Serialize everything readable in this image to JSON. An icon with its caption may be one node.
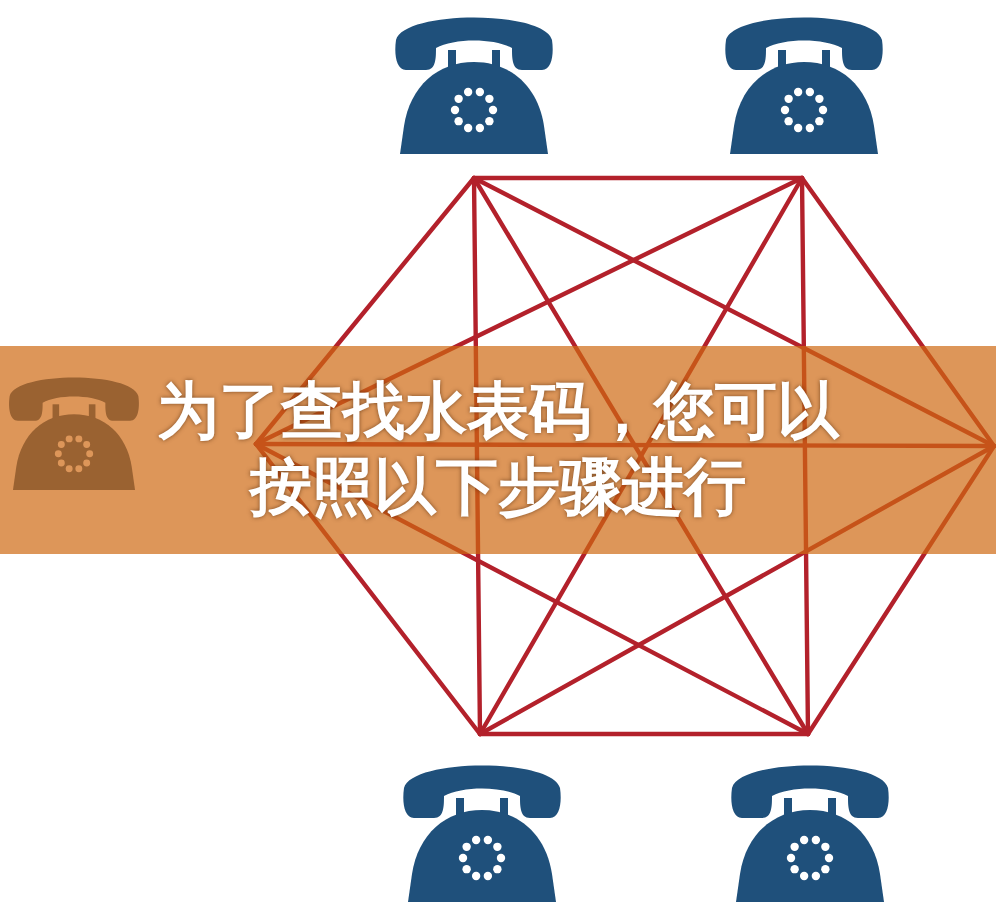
{
  "diagram": {
    "title": "为了查找水表码，您可以按照以下步骤进行",
    "nodes": [
      {
        "text": [],
        "shape": "telephone"
      },
      {
        "text": [],
        "shape": "telephone"
      },
      {
        "text": [],
        "shape": "telephone"
      },
      {
        "text": [],
        "shape": "telephone"
      },
      {
        "text": [],
        "shape": "telephone"
      }
    ],
    "edges": [
      {
        "from": 0,
        "to": 1,
        "arrow": "none"
      },
      {
        "from": 0,
        "to": 2,
        "arrow": "none"
      },
      {
        "from": 0,
        "to": 3,
        "arrow": "none"
      },
      {
        "from": 0,
        "to": 4,
        "arrow": "none"
      },
      {
        "from": 0,
        "to": null,
        "arrow": "none"
      },
      {
        "from": 1,
        "to": 2,
        "arrow": "none"
      },
      {
        "from": 1,
        "to": 3,
        "arrow": "none"
      },
      {
        "from": 1,
        "to": 4,
        "arrow": "none"
      },
      {
        "from": 1,
        "to": null,
        "arrow": "none"
      },
      {
        "from": 2,
        "to": 3,
        "arrow": "none"
      },
      {
        "from": 2,
        "to": 4,
        "arrow": "none"
      },
      {
        "from": 2,
        "to": null,
        "arrow": "none"
      },
      {
        "from": 3,
        "to": 4,
        "arrow": "none"
      },
      {
        "from": 3,
        "to": null,
        "arrow": "none"
      },
      {
        "from": 4,
        "to": null,
        "arrow": "none"
      }
    ]
  }
}
